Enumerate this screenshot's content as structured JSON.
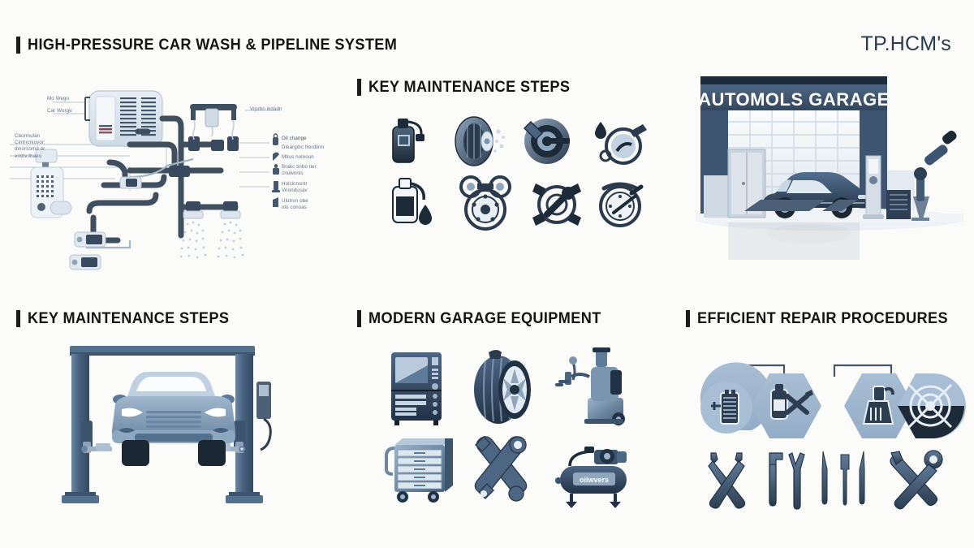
{
  "brand": {
    "label": "TP.HCM's"
  },
  "sections": [
    {
      "id": "pipeline",
      "title": "HIGH-PRESSURE CAR WASH & PIPELINE SYSTEM"
    },
    {
      "id": "steps-top",
      "title": "KEY MAINTENANCE STEPS"
    },
    {
      "id": "garage",
      "title": ""
    },
    {
      "id": "steps-bot",
      "title": "KEY MAINTENANCE STEPS"
    },
    {
      "id": "equipment",
      "title": "MODERN GARAGE EQUIPMENT"
    },
    {
      "id": "repair",
      "title": "EFFICIENT REPAIR PROCEDURES"
    }
  ],
  "pipeline_diagram": {
    "left_labels": [
      {
        "text": "Mo Wego"
      },
      {
        "text": "Car Worge"
      },
      {
        "text": "Cbormulán\nCintrıcniuvor:\ndinorsomd òr\nentitv:thaeo"
      }
    ],
    "right_labels": [
      {
        "text": "Vrprbn lkdadn"
      },
      {
        "text": "Oil change"
      },
      {
        "text": "Dleargibc frerdlinn"
      },
      {
        "text": "Mtius nolnoun"
      },
      {
        "text": "Brakc tinbo tier\ncnuwnnls"
      },
      {
        "text": "Holclcnsntr\nVriondusav"
      },
      {
        "text": "Ulutnın obe\nolo conoas"
      }
    ]
  },
  "garage_scene": {
    "sign_text": "AUTOMOLS GARAGE"
  },
  "maintenance_icons": [
    {
      "name": "oil-bottle-nozzle-icon"
    },
    {
      "name": "tire-wheel-icon"
    },
    {
      "name": "brake-disc-icon"
    },
    {
      "name": "oil-drop-gauge-icon"
    },
    {
      "name": "oil-can-drop-icon"
    },
    {
      "name": "brake-drum-icon"
    },
    {
      "name": "wrench-target-icon"
    },
    {
      "name": "pressure-gauge-icon"
    }
  ],
  "equipment_icons": [
    {
      "name": "diagnostic-machine-icon"
    },
    {
      "name": "tire-alloy-wheel-icon"
    },
    {
      "name": "tire-changer-machine-icon"
    },
    {
      "name": "tool-cabinet-cart-icon"
    },
    {
      "name": "crossed-wrenches-icon"
    },
    {
      "name": "air-compressor-icon",
      "label": "oiiwvers"
    }
  ],
  "repair_steps": [
    {
      "name": "battery-step-icon"
    },
    {
      "name": "oil-can-tools-step-icon"
    },
    {
      "name": "paint-spray-step-icon"
    },
    {
      "name": "grinder-step-icon"
    }
  ],
  "repair_tools": [
    {
      "name": "crossed-spanners-icon"
    },
    {
      "name": "hammer-pliers-icon"
    },
    {
      "name": "screwdrivers-icon"
    },
    {
      "name": "crossed-wrench-spanner-icon"
    }
  ],
  "palette": {
    "background": "#fbfbfa",
    "ink": "#141414",
    "navy_dark": "#2b3a4d",
    "navy": "#3c556f",
    "steel": "#7e98b4",
    "steel_light": "#a8bed4",
    "pale": "#dde6ef",
    "brand_text": "#2b3a4d"
  }
}
